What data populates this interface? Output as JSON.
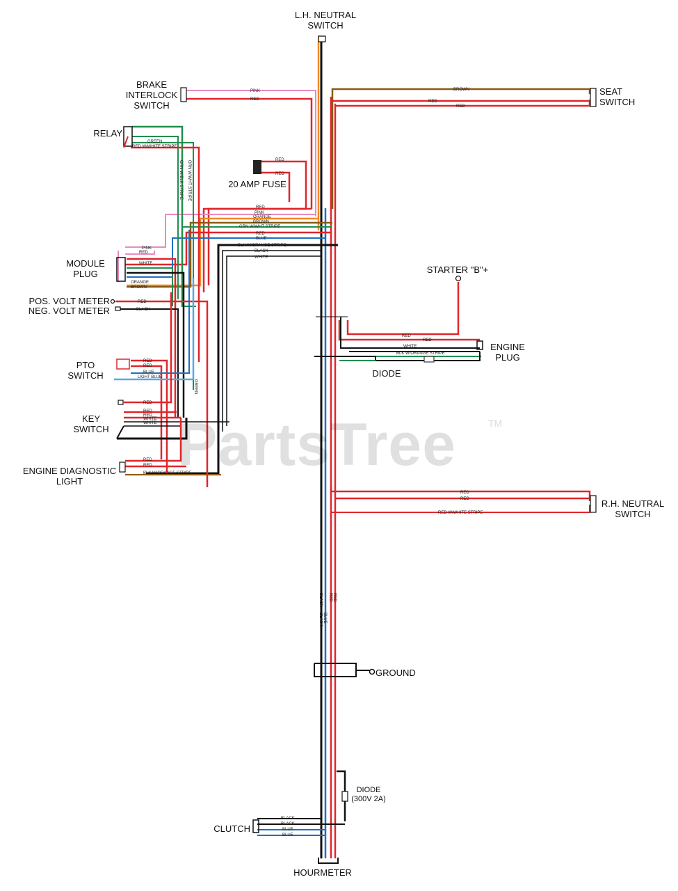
{
  "components": {
    "lh_neutral_switch": "L.H. NEUTRAL\nSWITCH",
    "brake_interlock_switch": "BRAKE\nINTERLOCK\nSWITCH",
    "seat_switch": "SEAT\nSWITCH",
    "relay": "RELAY",
    "fuse": "20 AMP FUSE",
    "module_plug": "MODULE\nPLUG",
    "starter": "STARTER \"B\"+",
    "pos_volt_meter": "POS. VOLT METER",
    "neg_volt_meter": "NEG. VOLT METER",
    "engine_plug": "ENGINE\nPLUG",
    "diode_upper": "DIODE",
    "pto_switch": "PTO\nSWITCH",
    "key_switch": "KEY\nSWITCH",
    "engine_diagnostic_light": "ENGINE DIAGNOSTIC\nLIGHT",
    "rh_neutral_switch": "R.H. NEUTRAL\nSWITCH",
    "ground": "GROUND",
    "diode_lower": "DIODE\n(300V 2A)",
    "clutch": "CLUTCH",
    "hourmeter": "HOURMETER"
  },
  "wire_labels": {
    "pink": "PINK",
    "red": "RED",
    "brown": "BROWN",
    "blue": "BLUE",
    "green": "GREEN",
    "white": "WHITE",
    "black": "BLACK",
    "orange": "ORANGE",
    "light_blue": "LIGHT BLUE",
    "red_white_stripe": "RED W/WHITE STRIPE",
    "grn_white_stripe": "GRN W/WHT STRIPE",
    "grn_black_stripe": "GRN W/BLK STRIPE",
    "blk_orange_stripe": "BLK W/ORANGE STRIPE"
  },
  "watermark": "PartsTree",
  "trademark": "TM",
  "colors": {
    "red": "#e0262b",
    "pink": "#e98ac0",
    "brown": "#8a5a14",
    "orange": "#f08a24",
    "green": "#1f8f4e",
    "blue": "#1f6fc4",
    "light_blue": "#54a9e6",
    "black": "#111111"
  }
}
